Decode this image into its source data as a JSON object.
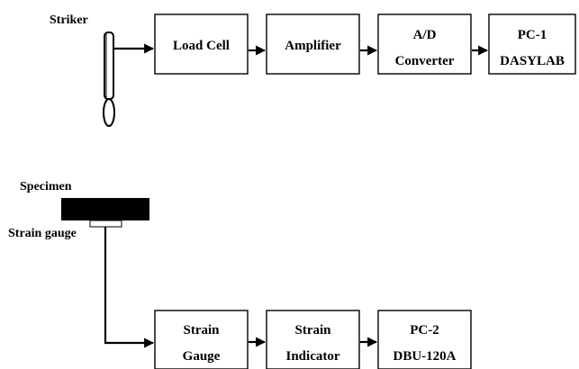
{
  "labels": {
    "striker": "Striker",
    "specimen": "Specimen",
    "strain_gauge": "Strain gauge"
  },
  "top_chain": [
    {
      "id": "load-cell",
      "lines": [
        "Load Cell"
      ]
    },
    {
      "id": "amplifier",
      "lines": [
        "Amplifier"
      ]
    },
    {
      "id": "ad-converter",
      "lines": [
        "A/D",
        "Converter"
      ]
    },
    {
      "id": "pc1",
      "lines": [
        "PC-1",
        "DASYLAB"
      ]
    }
  ],
  "bottom_chain": [
    {
      "id": "strain-gauge-box",
      "lines": [
        "Strain",
        "Gauge"
      ]
    },
    {
      "id": "strain-indicator",
      "lines": [
        "Strain",
        "Indicator"
      ]
    },
    {
      "id": "pc2",
      "lines": [
        "PC-2",
        "DBU-120A"
      ]
    }
  ],
  "colors": {
    "line": "#000000",
    "specimen_fill": "#000000",
    "background": "#ffffff"
  }
}
